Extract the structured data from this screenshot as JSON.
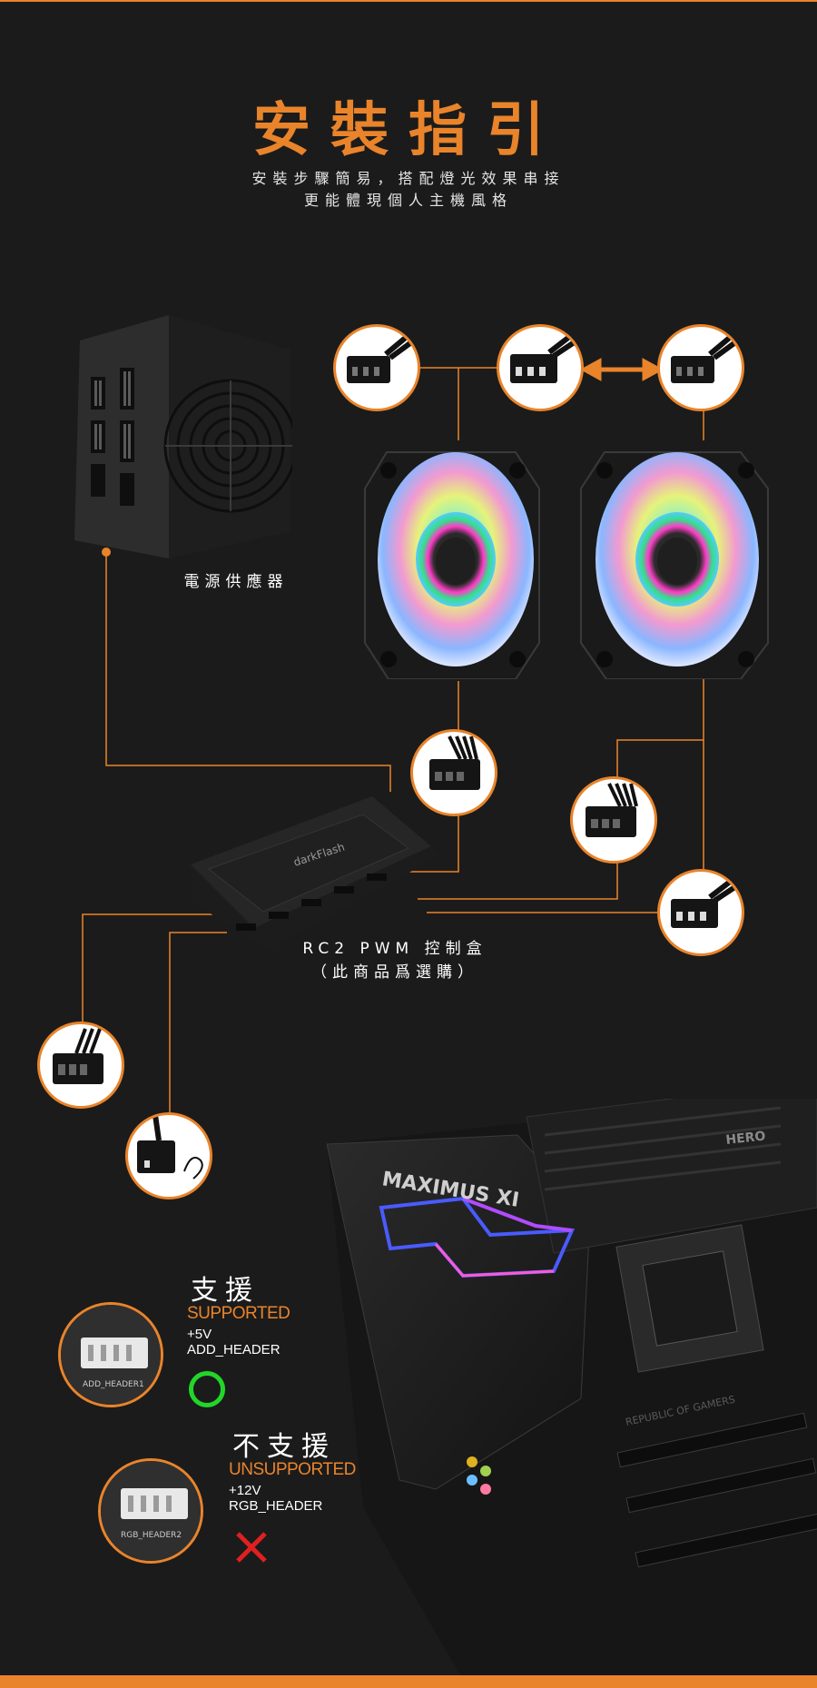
{
  "title": "安裝指引",
  "subtitle": {
    "line1": "安裝步驟簡易，搭配燈光效果串接",
    "line2": "更能體現個人主機風格"
  },
  "psu_label": "電源供應器",
  "hub_label": {
    "line1": "RC2 PWM 控制盒",
    "line2": "（此商品爲選購）"
  },
  "hub_brand": "darkFlash",
  "board_brand": "MAXIMUS XI",
  "board_badge": "HERO",
  "board_text": "REPUBLIC OF GAMERS",
  "supported": {
    "title": "支援",
    "en": "SUPPORTED",
    "voltage": "+5V",
    "header": "ADD_HEADER",
    "closeup_text": "ADD_HEADER1"
  },
  "unsupported": {
    "title": "不支援",
    "en": "UNSUPPORTED",
    "voltage": "+12V",
    "header": "RGB_HEADER",
    "closeup_text": "RGB_HEADER2"
  },
  "colors": {
    "accent": "#e9842b",
    "background": "#1b1b1b",
    "ok": "#22d629",
    "no": "#e02020"
  }
}
